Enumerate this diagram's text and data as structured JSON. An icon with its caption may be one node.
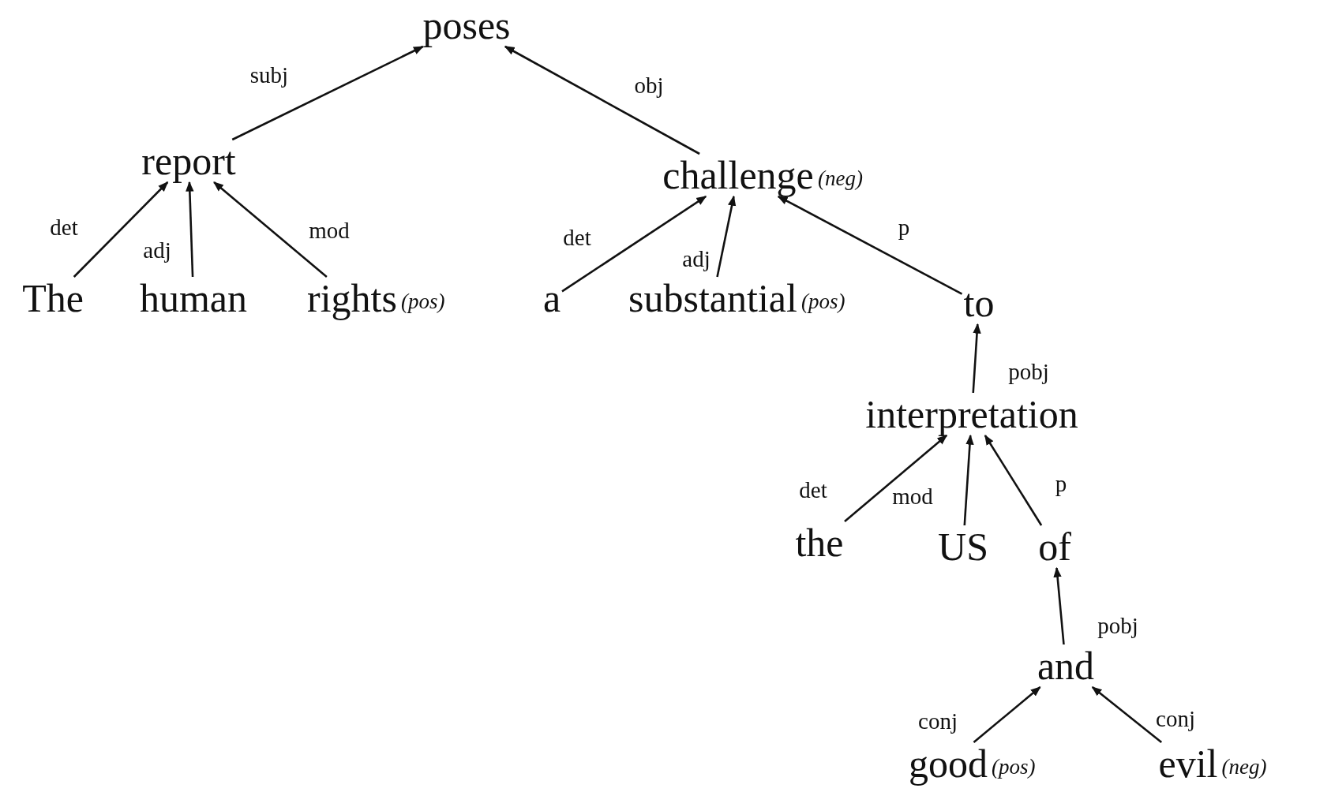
{
  "diagram": {
    "nodes": [
      {
        "text": [
          "poses"
        ]
      },
      {
        "text": [
          "report"
        ]
      },
      {
        "text": [
          "challenge"
        ],
        "beside": [
          "(neg)"
        ]
      },
      {
        "text": [
          "The"
        ]
      },
      {
        "text": [
          "human"
        ]
      },
      {
        "text": [
          "rights"
        ],
        "beside": [
          "(pos)"
        ]
      },
      {
        "text": [
          "a"
        ]
      },
      {
        "text": [
          "substantial"
        ],
        "beside": [
          "(pos)"
        ]
      },
      {
        "text": [
          "to"
        ]
      },
      {
        "text": [
          "interpretation"
        ]
      },
      {
        "text": [
          "the"
        ]
      },
      {
        "text": [
          "US"
        ]
      },
      {
        "text": [
          "of"
        ]
      },
      {
        "text": [
          "and"
        ]
      },
      {
        "text": [
          "good"
        ],
        "beside": [
          "(pos)"
        ]
      },
      {
        "text": [
          "evil"
        ],
        "beside": [
          "(neg)"
        ]
      }
    ],
    "edges": [
      {
        "from": 1,
        "to": 0,
        "arrow": "to",
        "label": "subj"
      },
      {
        "from": 2,
        "to": 0,
        "arrow": "to",
        "label": "obj"
      },
      {
        "from": 3,
        "to": 1,
        "arrow": "to",
        "label": "det"
      },
      {
        "from": 4,
        "to": 1,
        "arrow": "to",
        "label": "adj"
      },
      {
        "from": 5,
        "to": 1,
        "arrow": "to",
        "label": "mod"
      },
      {
        "from": 6,
        "to": 2,
        "arrow": "to",
        "label": "det"
      },
      {
        "from": 7,
        "to": 2,
        "arrow": "to",
        "label": "adj"
      },
      {
        "from": 8,
        "to": 2,
        "arrow": "to",
        "label": "p"
      },
      {
        "from": 9,
        "to": 8,
        "arrow": "to",
        "label": "pobj"
      },
      {
        "from": 10,
        "to": 9,
        "arrow": "to",
        "label": "det"
      },
      {
        "from": 11,
        "to": 9,
        "arrow": "to",
        "label": "mod"
      },
      {
        "from": 12,
        "to": 9,
        "arrow": "to",
        "label": "p"
      },
      {
        "from": 13,
        "to": 12,
        "arrow": "to",
        "label": "pobj"
      },
      {
        "from": 14,
        "to": 13,
        "arrow": "to",
        "label": "conj"
      },
      {
        "from": 15,
        "to": 13,
        "arrow": "to",
        "label": "conj"
      }
    ]
  }
}
